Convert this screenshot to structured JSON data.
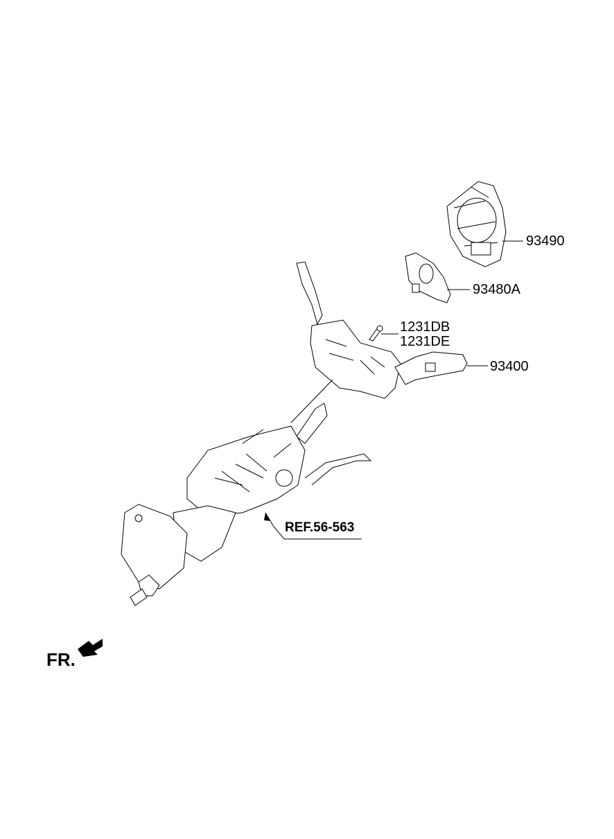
{
  "diagram": {
    "part_labels": [
      {
        "id": "93490",
        "text": "93490"
      },
      {
        "id": "93480A",
        "text": "93480A"
      },
      {
        "id": "1231DB",
        "text": "1231DB"
      },
      {
        "id": "1231DE",
        "text": "1231DE"
      },
      {
        "id": "93400",
        "text": "93400"
      }
    ],
    "reference_label": "REF.56-563",
    "direction_label": "FR."
  }
}
